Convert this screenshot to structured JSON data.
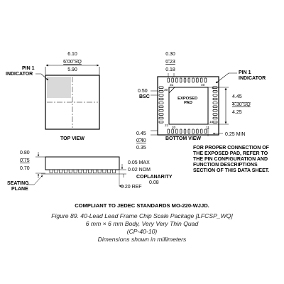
{
  "top_view": {
    "dims": {
      "max": "6.10",
      "nom": "6.00 SQ",
      "min": "5.90"
    },
    "pin1_label": [
      "PIN 1",
      "INDICATOR"
    ],
    "view_label": "TOP VIEW"
  },
  "bottom_view": {
    "top_dims": {
      "max": "0.30",
      "nom": "0.23",
      "min": "0.18"
    },
    "bsc": {
      "value": "0.50",
      "label": "BSC"
    },
    "right_dims": {
      "max": "4.45",
      "nom": "4.30 SQ",
      "min": "4.25"
    },
    "left_dims": {
      "max": "0.45",
      "nom": "0.40",
      "min": "0.35"
    },
    "min_label": "0.25 MIN",
    "exposed_pad": [
      "EXPOSED",
      "PAD"
    ],
    "pin_numbers": {
      "p1": "1",
      "p10": "10",
      "p11": "11",
      "p20": "20",
      "p21": "21",
      "p30": "30",
      "p31": "31",
      "p40": "40"
    },
    "pin1_label": [
      "PIN 1",
      "INDICATOR"
    ],
    "view_label": "BOTTOM VIEW",
    "note": [
      "FOR PROPER CONNECTION OF",
      "THE EXPOSED PAD, REFER TO",
      "THE PIN CONFIGURATION AND",
      "FUNCTION DESCRIPTIONS",
      "SECTION OF THIS DATA SHEET."
    ]
  },
  "side_view": {
    "height_dims": {
      "max": "0.80",
      "nom": "0.75",
      "min": "0.70"
    },
    "seating_plane": [
      "SEATING",
      "PLANE"
    ],
    "standoff": {
      "max": "0.05 MAX",
      "nom": "0.02 NOM"
    },
    "coplanarity": {
      "label": "COPLANARITY",
      "value": "0.08"
    },
    "ref": "0.20 REF"
  },
  "compliance": "COMPLIANT TO JEDEC STANDARDS MO-220-WJJD.",
  "caption": [
    "Figure 89. 40-Lead Lead Frame Chip Scale Package [LFCSP_WQ]",
    "6 mm × 6 mm Body, Very Very Thin Quad",
    "(CP-40-10)",
    "Dimensions shown in millimeters"
  ]
}
